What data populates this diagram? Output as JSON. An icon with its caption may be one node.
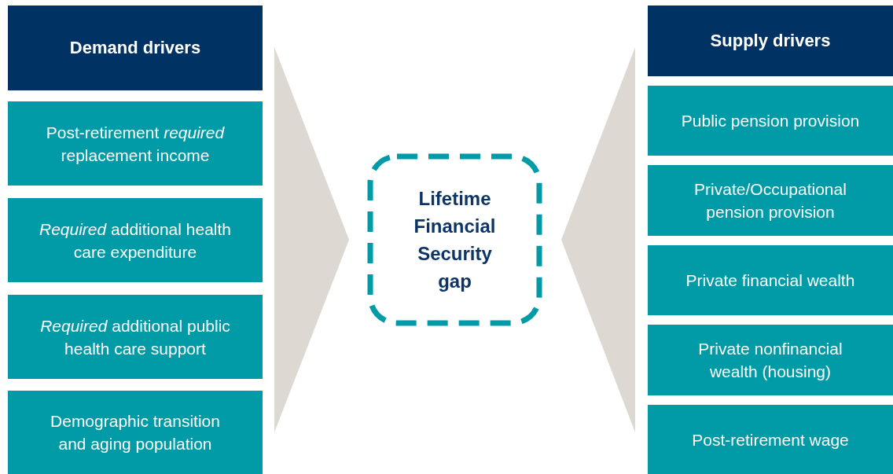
{
  "diagram": {
    "nodes": [
      {
        "text": [
          "Demand drivers"
        ]
      },
      {
        "text": [
          "Post-retirement *required* replacement income"
        ]
      },
      {
        "text": [
          "*Required* additional health care expenditure"
        ]
      },
      {
        "text": [
          "*Required* additional public health care support"
        ]
      },
      {
        "text": [
          "Demographic transition and aging population"
        ]
      },
      {
        "text": [],
        "shape": "triangle"
      },
      {
        "text": [
          "Lifetime Financial Security gap"
        ]
      },
      {
        "text": [],
        "shape": "triangle"
      },
      {
        "text": [
          "Supply drivers"
        ]
      },
      {
        "text": [
          "Public pension provision"
        ]
      },
      {
        "text": [
          "Private/Occupational pension provision"
        ]
      },
      {
        "text": [
          "Private financial wealth"
        ]
      },
      {
        "text": [
          "Private nonfinancial wealth (housing)"
        ]
      },
      {
        "text": [
          "Post-retirement wage"
        ]
      }
    ]
  }
}
